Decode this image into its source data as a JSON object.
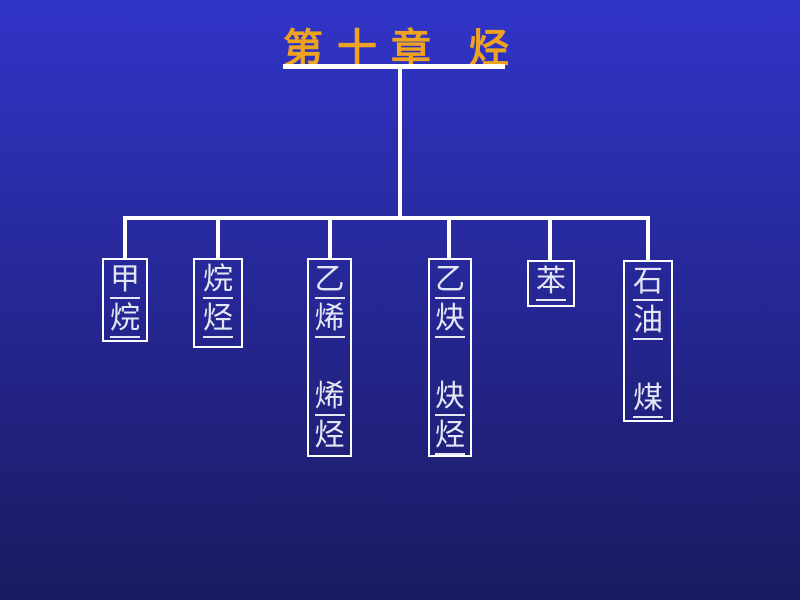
{
  "title": {
    "chapter": "第十章",
    "topic": "烃"
  },
  "nodes": [
    {
      "name": "methane",
      "chars": [
        "甲",
        "烷"
      ]
    },
    {
      "name": "alkanes",
      "chars": [
        "烷",
        "烃"
      ]
    },
    {
      "name": "ethylene-alkenes",
      "chars": [
        "乙",
        "烯",
        "",
        "烯",
        "烃"
      ]
    },
    {
      "name": "acetylene-alkynes",
      "chars": [
        "乙",
        "炔",
        "",
        "炔",
        "烃"
      ]
    },
    {
      "name": "benzene",
      "chars": [
        "苯"
      ]
    },
    {
      "name": "petroleum-coal",
      "chars": [
        "石",
        "油",
        "",
        "煤"
      ]
    }
  ],
  "colors": {
    "bg_top": "#3134C8",
    "bg_bottom": "#1A1A60",
    "title_color": "#EEA320",
    "line_color": "#FFFFFF",
    "box_text": "#E4E6F5"
  }
}
